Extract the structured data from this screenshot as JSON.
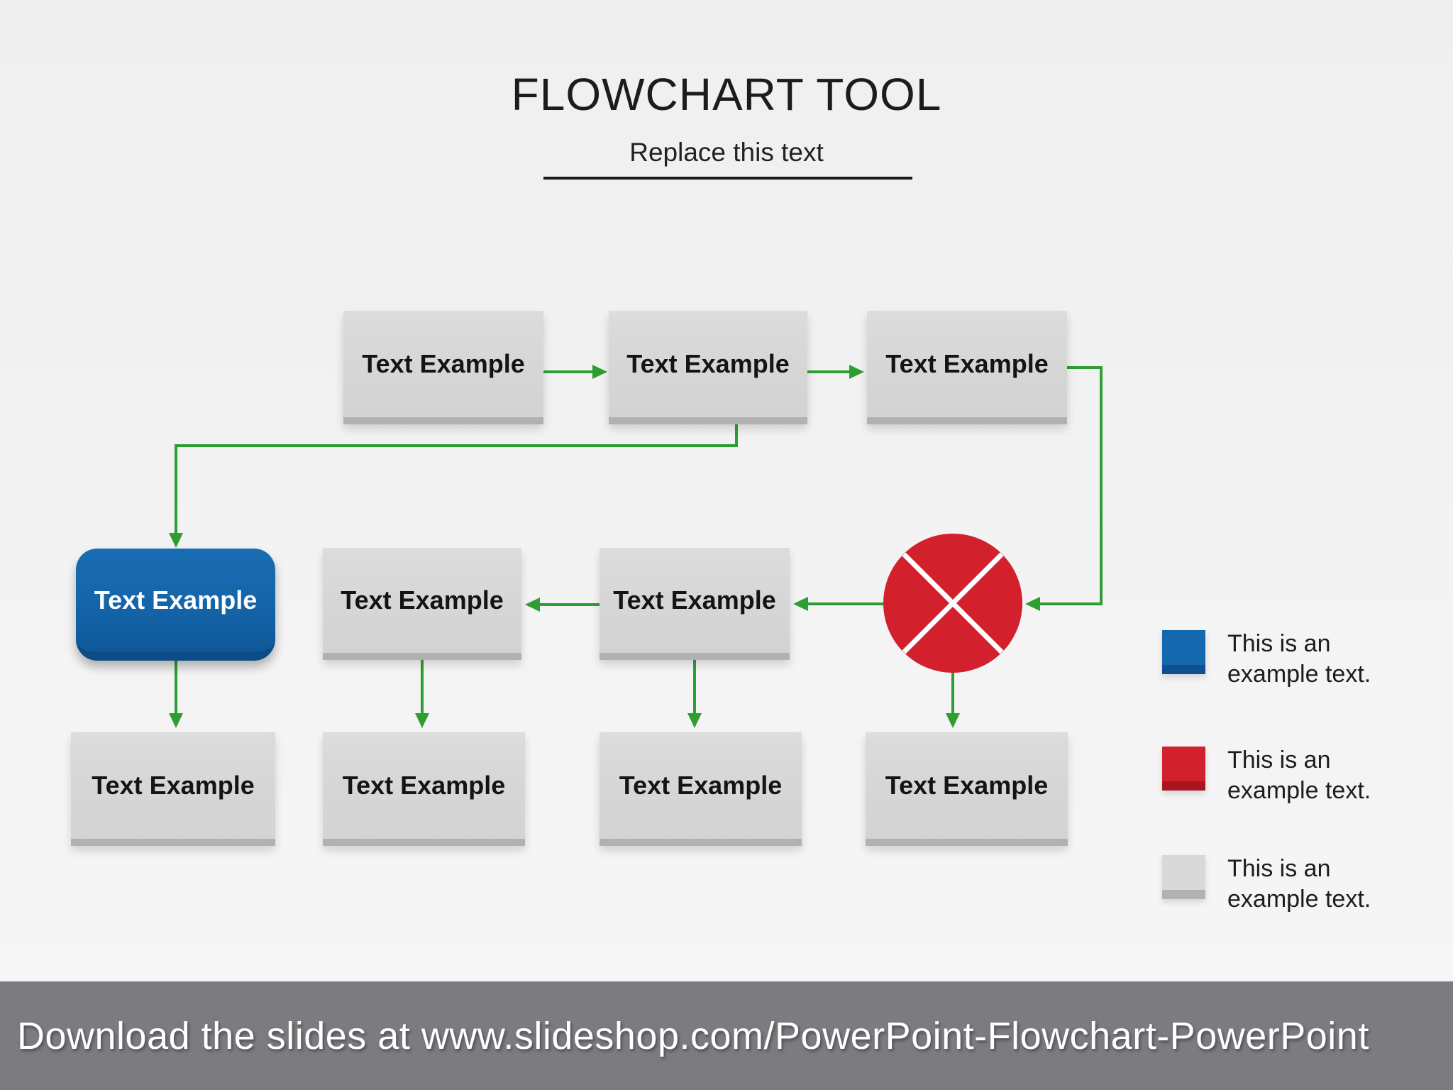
{
  "title": "FLOWCHART TOOL",
  "subtitle": "Replace this text",
  "nodes": {
    "r1b1": {
      "label": "Text Example"
    },
    "r1b2": {
      "label": "Text Example"
    },
    "r1b3": {
      "label": "Text Example"
    },
    "blue": {
      "label": "Text Example"
    },
    "r2b1": {
      "label": "Text Example"
    },
    "r2b2": {
      "label": "Text Example"
    },
    "r3b1": {
      "label": "Text Example"
    },
    "r3b2": {
      "label": "Text Example"
    },
    "r3b3": {
      "label": "Text Example"
    },
    "r3b4": {
      "label": "Text Example"
    }
  },
  "decision": {
    "icon": "crossed-circle-icon",
    "shape": "circle with white X"
  },
  "legend": {
    "items": [
      {
        "color": "#1568ae",
        "line1": "This is an",
        "line2": "example text."
      },
      {
        "color": "#d2202c",
        "line1": "This is an",
        "line2": "example text."
      },
      {
        "color": "#d9d9d9",
        "line1": "This is an",
        "line2": "example text."
      }
    ]
  },
  "footer": {
    "text": "Download the slides at www.slideshop.com/PowerPoint-Flowchart-PowerPoint"
  },
  "colors": {
    "arrow_green": "#2f9e32",
    "node_blue": "#1568ae",
    "decision_red": "#d2202c",
    "node_gray": "#d8d8d8",
    "node_gray_shadow": "#b1b1b3",
    "footer_bar": "#7c7c80",
    "background": "#f2f2f3"
  }
}
